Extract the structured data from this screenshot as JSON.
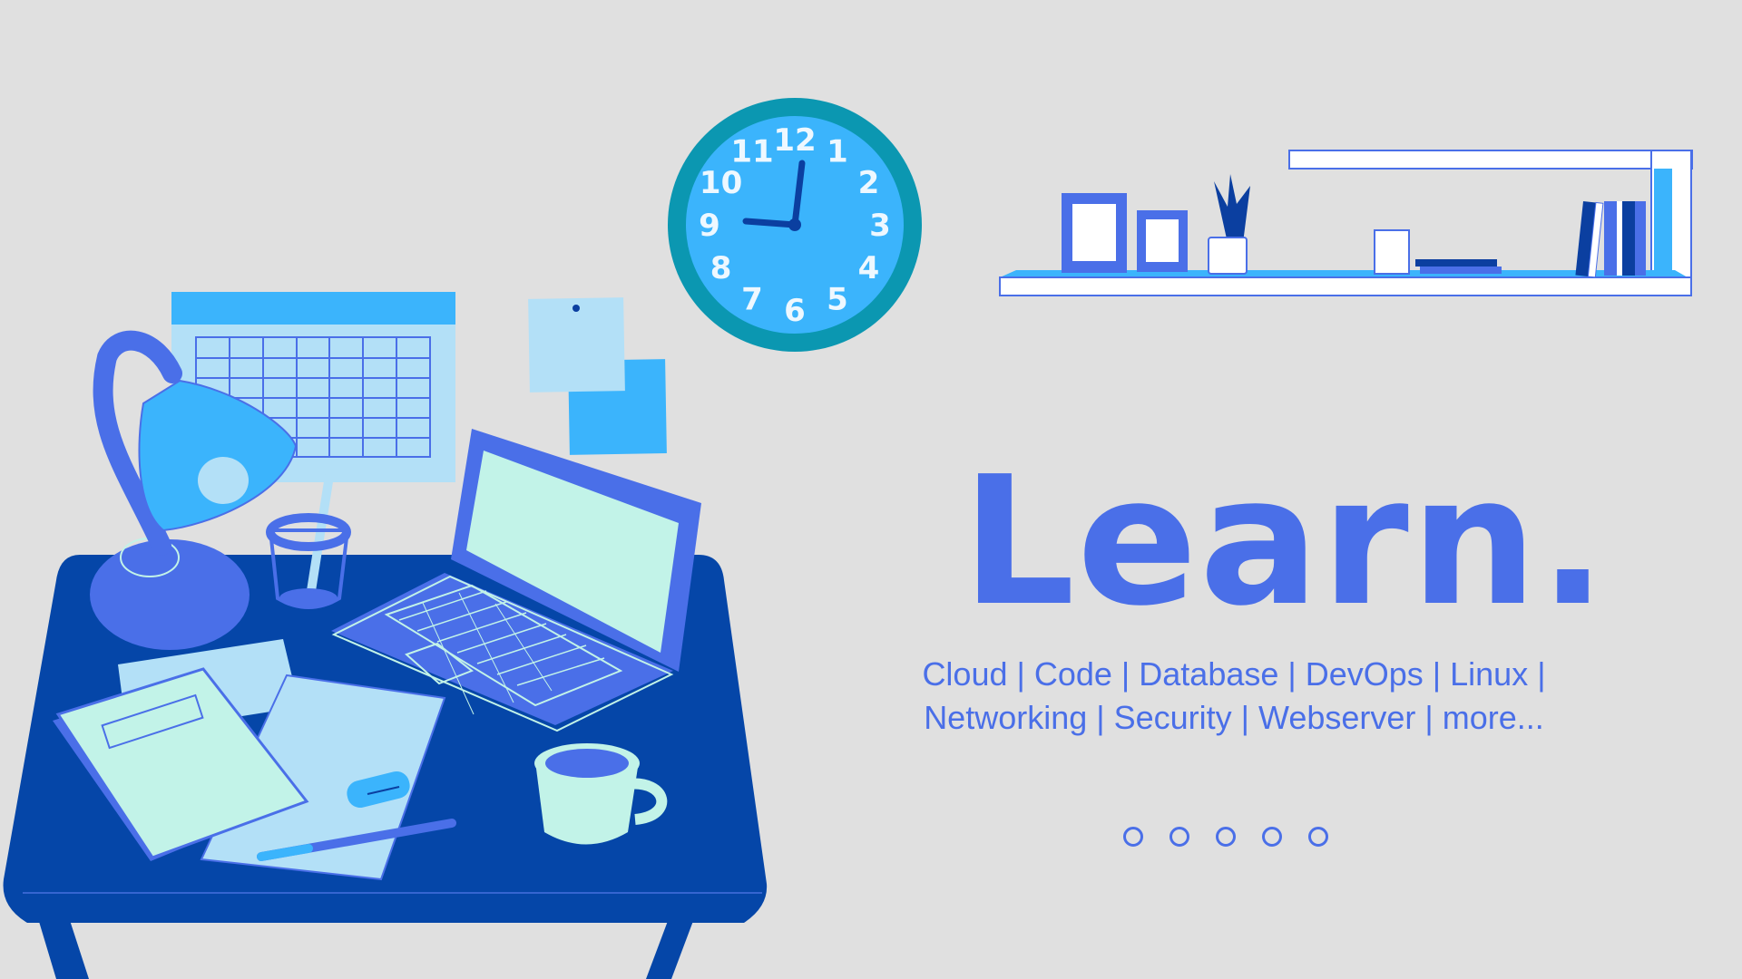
{
  "hero": {
    "headline": "Learn.",
    "topics_line1": "Cloud | Code | Database | DevOps | Linux |",
    "topics_line2": "Networking | Security | Webserver | more..."
  },
  "clock": {
    "numbers": [
      "12",
      "1",
      "2",
      "3",
      "4",
      "5",
      "6",
      "7",
      "8",
      "9",
      "10",
      "11"
    ]
  },
  "carousel": {
    "slide_count": 5
  },
  "colors": {
    "background": "#e0e0e0",
    "accent": "#4a6fe8",
    "desk": "#0546a8",
    "sky": "#3bb4fc",
    "mint": "#c2f3e8",
    "light_blue": "#b3e0f7"
  }
}
